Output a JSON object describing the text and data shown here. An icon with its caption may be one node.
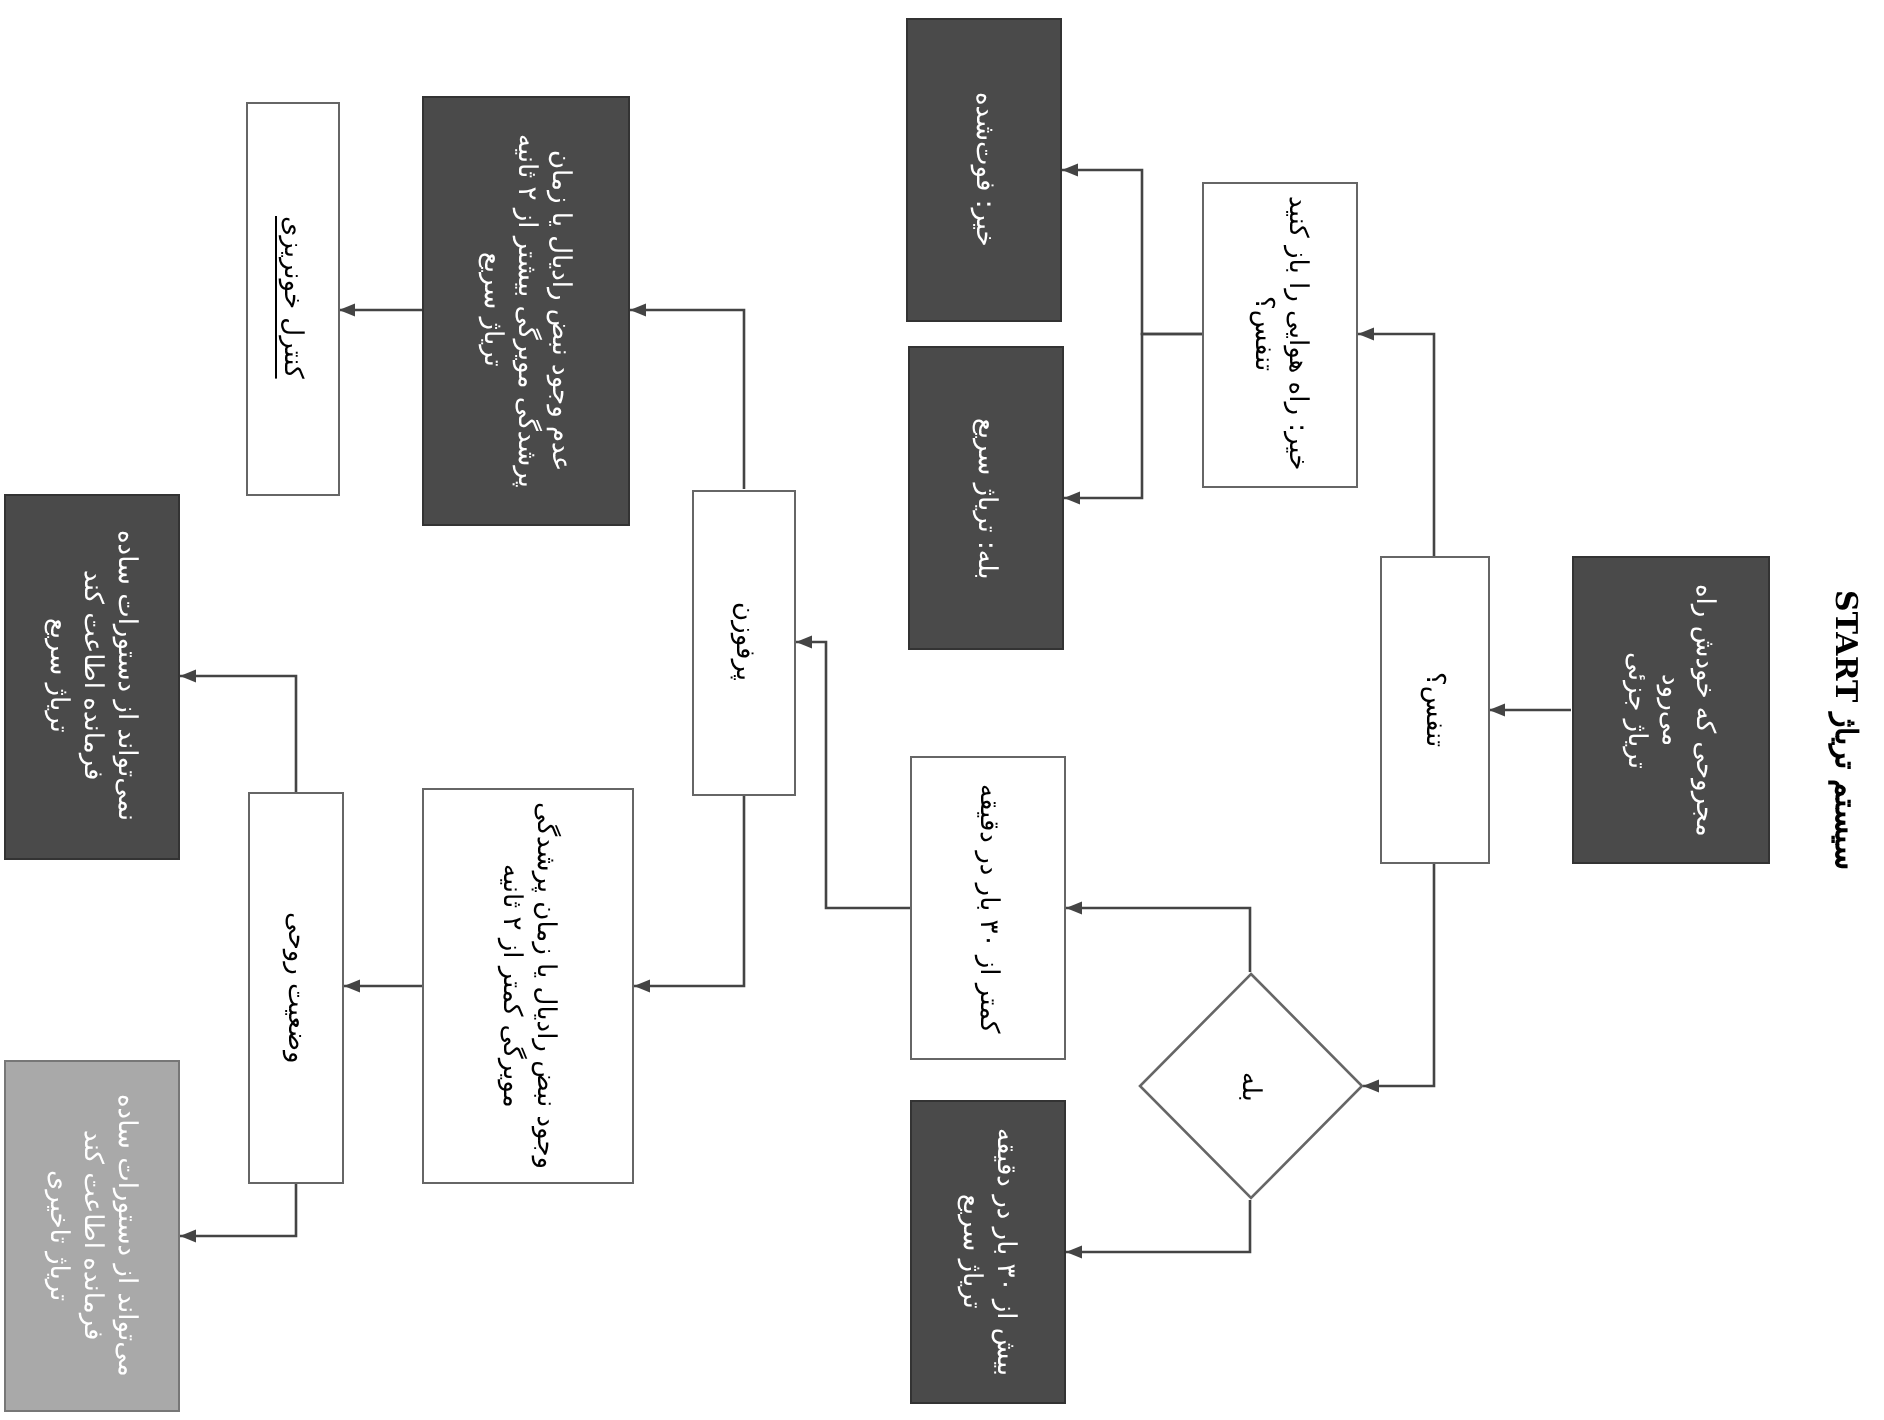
{
  "diagram": {
    "title": "سیستم تریاژ START",
    "nodes": [
      {
        "text": [
          "مجروحی که خودش راه می‌رود",
          "تریاژ جزئی"
        ]
      },
      {
        "text": [
          "تنفس؟"
        ]
      },
      {
        "text": [
          "خیر: راه هوایی را باز کنید",
          "تنفس؟"
        ]
      },
      {
        "text": [
          "خیر: فوت‌شده"
        ]
      },
      {
        "text": [
          "بله: تریاژ سریع"
        ]
      },
      {
        "text": [
          "بله"
        ]
      },
      {
        "text": [
          "کمتر از ۳۰ بار در دقیقه"
        ]
      },
      {
        "text": [
          "بیش از ۳۰ بار در دقیقه",
          "تریاژ سریع"
        ]
      },
      {
        "text": [
          "پرفوزن"
        ]
      },
      {
        "text": [
          "عدم وجود نبض رادیال یا زمان پرشدگی مویرگی بیشتر از ۲ ثانیه",
          "تریاژ سریع"
        ]
      },
      {
        "text": [
          "کنترل خونریزی"
        ]
      },
      {
        "text": [
          "وجود نبض رادیال یا زمان پرشدگی مویرگی کمتر از ۲ ثانیه"
        ]
      },
      {
        "text": [
          "وضعیت روحی"
        ]
      },
      {
        "text": [
          "نمی‌تواند از دستورات ساده فرمانده اطاعت کند",
          "تریاژ سریع"
        ]
      },
      {
        "text": [
          "می‌تواند از دستورات ساده فرمانده اطاعت کند",
          "تریاژ تاخیری"
        ]
      }
    ],
    "edges": [
      {
        "from": 0,
        "to": 1,
        "arrow": "to"
      },
      {
        "from": 1,
        "to": 2,
        "arrow": "to"
      },
      {
        "from": 2,
        "to": 3,
        "arrow": "to"
      },
      {
        "from": 2,
        "to": 4,
        "arrow": "to"
      },
      {
        "from": 1,
        "to": 5,
        "arrow": "to"
      },
      {
        "from": 5,
        "to": 6,
        "arrow": "to"
      },
      {
        "from": 5,
        "to": 7,
        "arrow": "to"
      },
      {
        "from": 6,
        "to": 8,
        "arrow": "to"
      },
      {
        "from": 8,
        "to": 9,
        "arrow": "to"
      },
      {
        "from": 9,
        "to": 10,
        "arrow": "to"
      },
      {
        "from": 8,
        "to": 11,
        "arrow": "to"
      },
      {
        "from": 11,
        "to": 12,
        "arrow": "to"
      },
      {
        "from": 12,
        "to": 13,
        "arrow": "to"
      },
      {
        "from": 12,
        "to": 14,
        "arrow": "to"
      }
    ]
  }
}
